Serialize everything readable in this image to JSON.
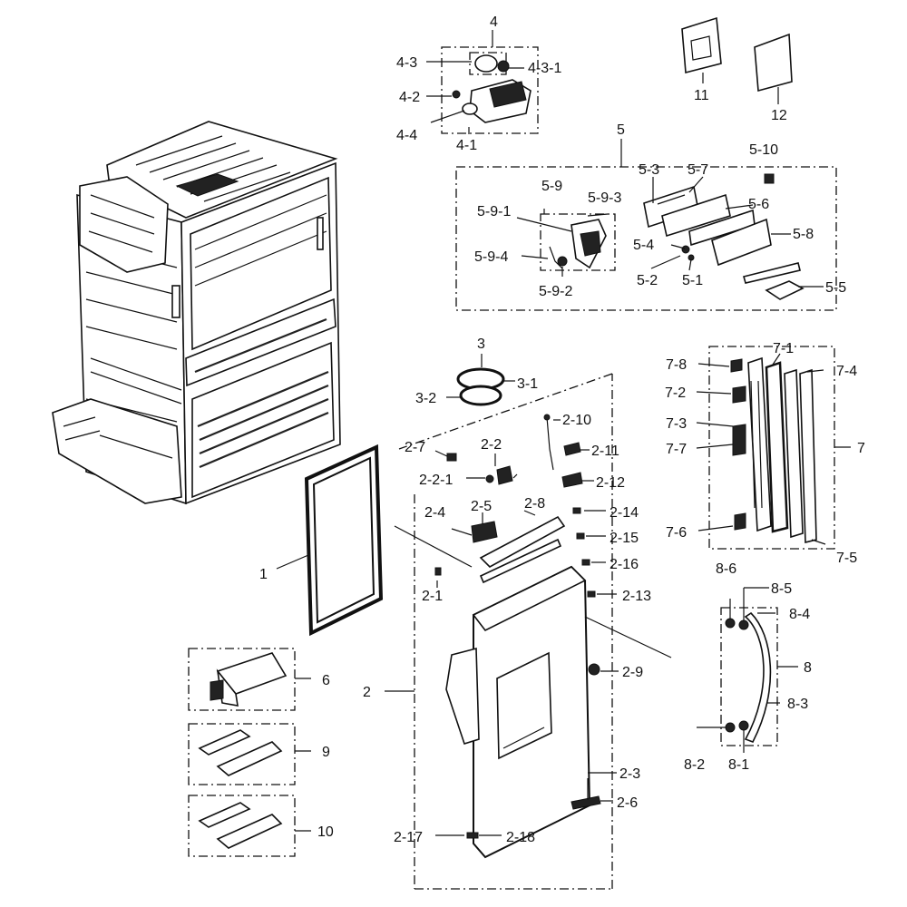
{
  "labels": {
    "p1": "1",
    "p2": "2",
    "p2_1": "2-1",
    "p2_2": "2-2",
    "p2_2_1": "2-2-1",
    "p2_3": "2-3",
    "p2_4": "2-4",
    "p2_5": "2-5",
    "p2_6": "2-6",
    "p2_7": "2-7",
    "p2_8": "2-8",
    "p2_9": "2-9",
    "p2_10": "2-10",
    "p2_11": "2-11",
    "p2_12": "2-12",
    "p2_13": "2-13",
    "p2_14": "2-14",
    "p2_15": "2-15",
    "p2_16": "2-16",
    "p2_17": "2-17",
    "p2_18": "2-18",
    "p3": "3",
    "p3_1": "3-1",
    "p3_2": "3-2",
    "p4": "4",
    "p4_1": "4-1",
    "p4_2": "4-2",
    "p4_3": "4-3",
    "p4_3_1": "4-3-1",
    "p4_4": "4-4",
    "p5": "5",
    "p5_1": "5-1",
    "p5_2": "5-2",
    "p5_3": "5-3",
    "p5_4": "5-4",
    "p5_5": "5-5",
    "p5_6": "5-6",
    "p5_7": "5-7",
    "p5_8": "5-8",
    "p5_9": "5-9",
    "p5_9_1": "5-9-1",
    "p5_9_2": "5-9-2",
    "p5_9_3": "5-9-3",
    "p5_9_4": "5-9-4",
    "p5_10": "5-10",
    "p6": "6",
    "p7": "7",
    "p7_1": "7-1",
    "p7_2": "7-2",
    "p7_3": "7-3",
    "p7_4": "7-4",
    "p7_5": "7-5",
    "p7_6": "7-6",
    "p7_7": "7-7",
    "p7_8": "7-8",
    "p8": "8",
    "p8_1": "8-1",
    "p8_2": "8-2",
    "p8_3": "8-3",
    "p8_4": "8-4",
    "p8_5": "8-5",
    "p8_6": "8-6",
    "p9": "9",
    "p10": "10",
    "p11": "11",
    "p12": "12"
  }
}
